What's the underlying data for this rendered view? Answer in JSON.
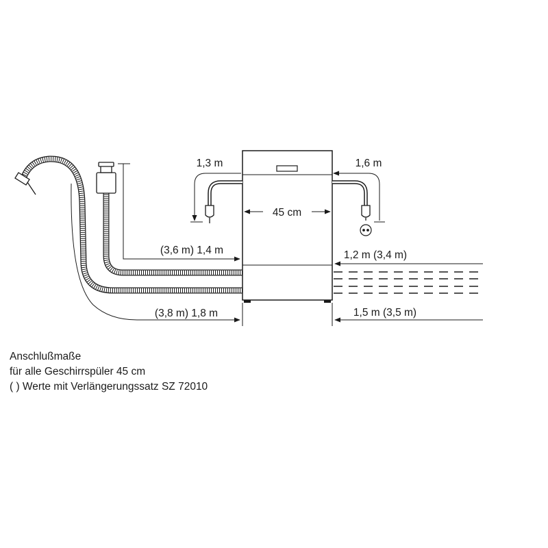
{
  "dimensions": {
    "width_label": "45 cm",
    "cable_left": "1,3 m",
    "cable_right": "1,6 m",
    "hose_upper_left": "(3,6 m) 1,4 m",
    "hose_lower_left": "(3,8 m) 1,8 m",
    "hose_upper_right": "1,2 m (3,4 m)",
    "hose_lower_right": "1,5 m (3,5 m)"
  },
  "caption": {
    "line1": "Anschlußmaße",
    "line2": "für alle Geschirrspüler 45 cm",
    "line3": "(  ) Werte mit Verlängerungssatz SZ 72010"
  },
  "colors": {
    "line": "#1a1a1a",
    "background": "#ffffff"
  }
}
